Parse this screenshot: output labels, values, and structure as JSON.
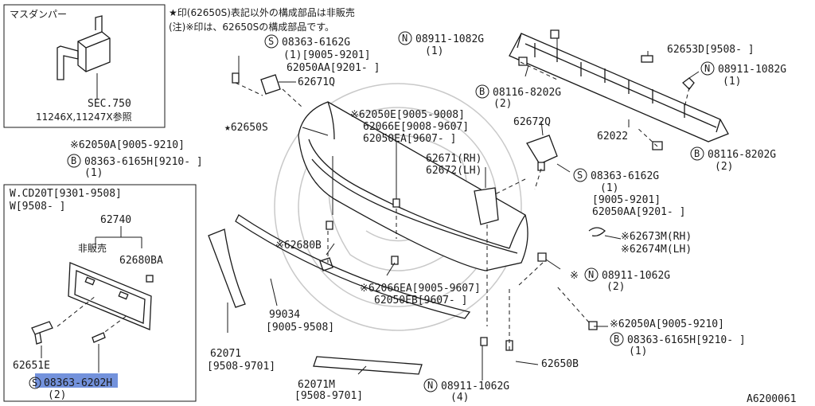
{
  "notes": {
    "line1": "★印(62650S)表記以外の構成部品は非販売",
    "line2": "(注)※印は、62650Sの構成部品です。"
  },
  "inset_damper": {
    "title": "マスダンパー",
    "ref1": "SEC.750",
    "ref2": "11246X,11247X参照"
  },
  "inset_plate": {
    "cond1": "W.CD20T[9301-9508]",
    "cond2": "W[9508-      ]",
    "part_62740": "62740",
    "not_sold": "非販売",
    "part_62680BA": "62680BA",
    "part_62651E": "62651E",
    "bolt_code": "08363-6202H",
    "bolt_qty": "(2)"
  },
  "callouts": {
    "c1_a": "08363-6162G",
    "c1_b": "(1)[9005-9201]",
    "c1_c": "62050AA[9201-      ]",
    "c2_a": "08911-1082G",
    "c2_b": "(1)",
    "c3": "62653D[9508-      ]",
    "c4_a": "08911-1082G",
    "c4_b": "(1)",
    "c5": "62671Q",
    "c6_a": "08116-8202G",
    "c6_b": "(2)",
    "c7": "62022",
    "c8_a": "※62050E[9005-9008]",
    "c8_b": "62066E[9008-9607]",
    "c8_c": "62050EA[9607-      ]",
    "c9": "62672Q",
    "c10": "★62650S",
    "c11_a": "※62050A[9005-9210]",
    "c11_b": "08363-6165H[9210-      ]",
    "c11_c": "(1)",
    "c12_a": "62671(RH)",
    "c12_b": "62672(LH)",
    "c13_a": "08116-8202G",
    "c13_b": "(2)",
    "c14_a": "08363-6162G",
    "c14_b": "(1)",
    "c14_c": "[9005-9201]",
    "c14_d": "62050AA[9201-      ]",
    "c15_a": "※62673M(RH)",
    "c15_b": "※62674M(LH)",
    "c16": "※62680B",
    "c17_a": "※",
    "c17_b": "08911-1062G",
    "c17_c": "(2)",
    "c18_a": "※62066EA[9005-9607]",
    "c18_b": "62050EB[9607-      ]",
    "c19_a": "99034",
    "c19_b": "[9005-9508]",
    "c20_a": "※62050A[9005-9210]",
    "c20_b": "08363-6165H[9210-      ]",
    "c20_c": "(1)",
    "c21_a": "62071",
    "c21_b": "[9508-9701]",
    "c22": "62650B",
    "c23_a": "62071M",
    "c23_b": "[9508-9701]",
    "c24_a": "08911-1062G",
    "c24_b": "(4)"
  },
  "symbols": {
    "S": "S",
    "N": "N",
    "B": "B"
  },
  "diagram_code": "A6200061",
  "colors": {
    "ink": "#1a1a1a",
    "highlight": "#5b7fd6",
    "watermark": "#c9c9c9"
  }
}
